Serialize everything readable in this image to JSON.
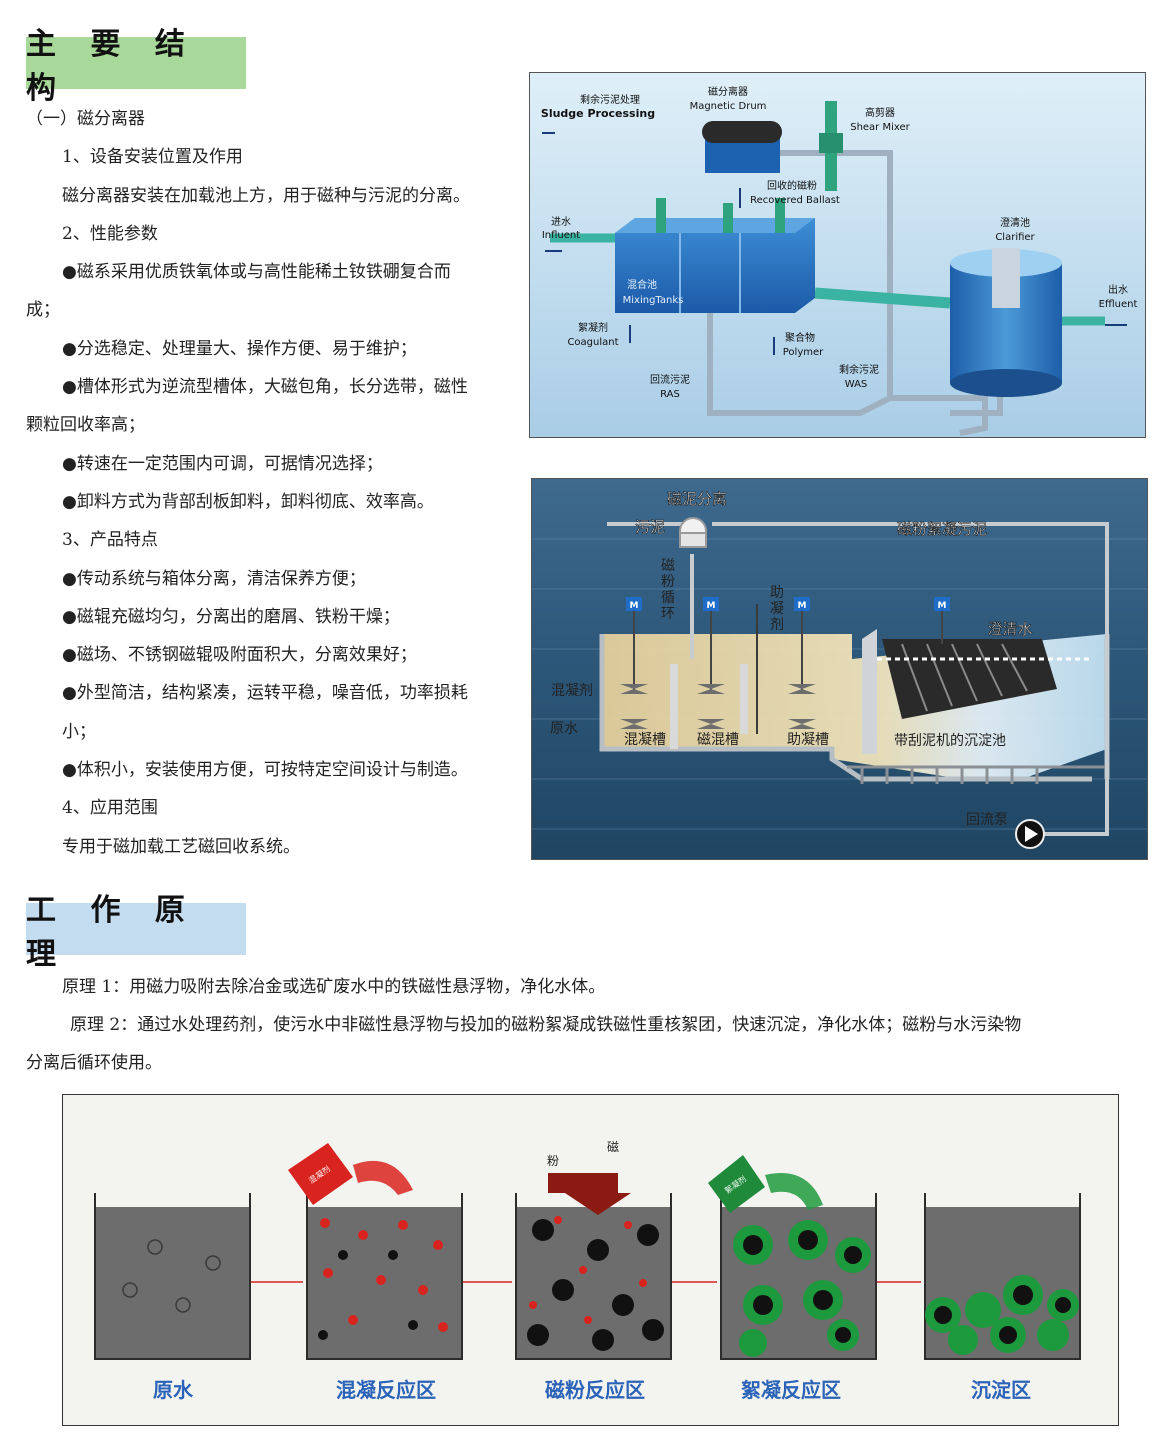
{
  "sections": {
    "structure_title": "主 要 结 构",
    "principle_title": "工 作 原 理"
  },
  "structure": {
    "lines": [
      "（一）磁分离器",
      "1、设备安装位置及作用",
      "磁分离器安装在加载池上方，用于磁种与污泥的分离。",
      "2、性能参数",
      "●磁系采用优质铁氧体或与高性能稀土钕铁硼复合而",
      "成；",
      "●分选稳定、处理量大、操作方便、易于维护；",
      "●槽体形式为逆流型槽体，大磁包角，长分选带，磁性",
      "颗粒回收率高；",
      "●转速在一定范围内可调，可据情况选择；",
      "●卸料方式为背部刮板卸料，卸料彻底、效率高。",
      "3、产品特点",
      "●传动系统与箱体分离，清洁保养方便；",
      "●磁辊充磁均匀，分离出的磨屑、铁粉干燥；",
      "●磁场、不锈钢磁辊吸附面积大，分离效果好；",
      "●外型简洁，结构紧凑，运转平稳，噪音低，功率损耗",
      "小；",
      "●体积小，安装使用方便，可按特定空间设计与制造。",
      "4、应用范围",
      "专用于磁加载工艺磁回收系统。"
    ]
  },
  "diagram1": {
    "sludge_cn": "剩余污泥处理",
    "sludge_en": "Sludge Processing",
    "drum_cn": "磁分离器",
    "drum_en": "Magnetic Drum",
    "shear_cn": "高剪器",
    "shear_en": "Shear Mixer",
    "ballast_cn": "回收的磁粉",
    "ballast_en": "Recovered Ballast",
    "influent_cn": "进水",
    "influent_en": "Influent",
    "clarifier_cn": "澄清池",
    "clarifier_en": "Clarifier",
    "effluent_cn": "出水",
    "effluent_en": "Effluent",
    "mixing_cn": "混合池",
    "mixing_en": "MixingTanks",
    "coagulant_cn": "絮凝剂",
    "coagulant_en": "Coagulant",
    "polymer_cn": "聚合物",
    "polymer_en": "Polymer",
    "was_cn": "剩余污泥",
    "was_en": "WAS",
    "ras_cn": "回流污泥",
    "ras_en": "RAS"
  },
  "diagram2": {
    "sep": "磁泥分离",
    "sludge": "污泥",
    "floc_sludge": "磁粉絮凝污泥",
    "cycle": [
      "磁",
      "粉",
      "循",
      "环"
    ],
    "aid": [
      "助",
      "凝",
      "剂"
    ],
    "clear_water": "澄清水",
    "coag_agent": "混凝剂",
    "raw_water": "原水",
    "tank1": "混凝槽",
    "tank2": "磁混槽",
    "tank3": "助凝槽",
    "settler": "带刮泥机的沉淀池",
    "pump": "回流泵",
    "motor": "M"
  },
  "principle": {
    "p1": "原理 1：用磁力吸附去除冶金或选矿废水中的铁磁性悬浮物，净化水体。",
    "p2a": "原理 2：通过水处理药剂，使污水中非磁性悬浮物与投加的磁粉絮凝成铁磁性重核絮团，快速沉淀，净化水体；磁粉与水污染物",
    "p2b": "分离后循环使用。"
  },
  "diagram3": {
    "stages": [
      "原水",
      "混凝反应区",
      "磁粉反应区",
      "絮凝反应区",
      "沉淀区"
    ],
    "bag1": "混凝剂",
    "bag2": "絮凝剂",
    "powder_a": "粉",
    "powder_b": "磁"
  },
  "colors": {
    "green_title": "#a9d99a",
    "blue_title": "#c4dcf0",
    "label_blue": "#2a63b8",
    "red": "#d9231f",
    "green_floc": "#1e9a3e"
  }
}
